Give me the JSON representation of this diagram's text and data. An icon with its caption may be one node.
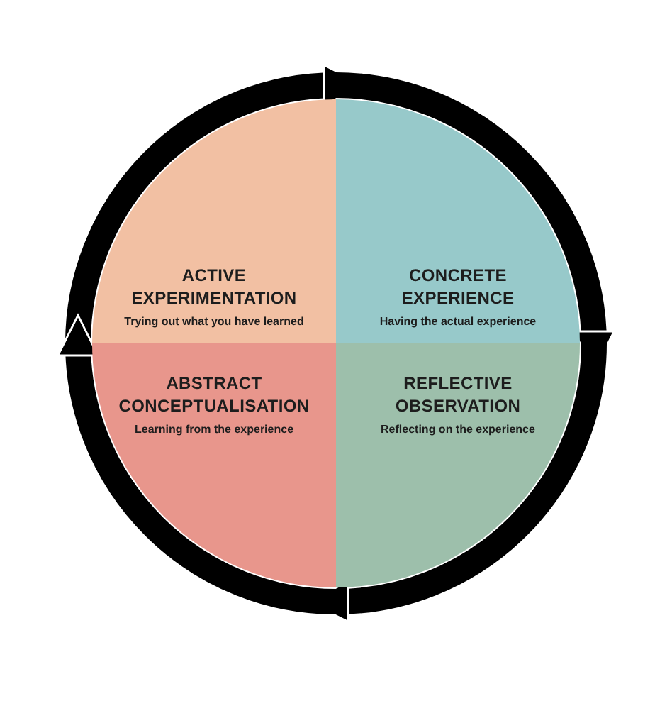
{
  "diagram": {
    "nodes": [
      {
        "text": [
          "ACTIVE EXPERIMENTATION",
          "Trying out what you have learned"
        ]
      },
      {
        "text": [
          "CONCRETE EXPERIENCE",
          "Having the actual experience"
        ]
      },
      {
        "text": [
          "ABSTRACT CONCEPTUALISATION",
          "Learning from the experience"
        ]
      },
      {
        "text": [
          "REFLECTIVE OBSERVATION",
          "Reflecting on the experience"
        ]
      }
    ],
    "edges": [
      {
        "from": 0,
        "to": 1,
        "arrow": "to"
      },
      {
        "from": 1,
        "to": 3,
        "arrow": "to"
      },
      {
        "from": 3,
        "to": 2,
        "arrow": "to"
      },
      {
        "from": 2,
        "to": 0,
        "arrow": "to"
      }
    ]
  }
}
